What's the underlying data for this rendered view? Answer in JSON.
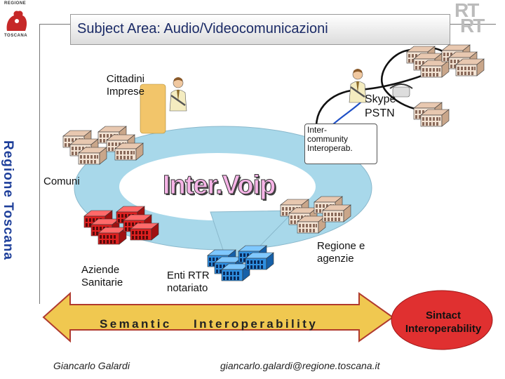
{
  "header": {
    "title": "Subject Area: Audio/Videocomunicazioni",
    "logo_left_top": "REGIONE",
    "logo_left_bottom": "TOSCANA",
    "logo_right_line1": "RT",
    "logo_right_line2": "RT"
  },
  "sidebar": {
    "vertical_title": "Regione Toscana"
  },
  "diagram": {
    "center_label": "Inter.Voip",
    "labels": {
      "cittadini": "Cittadini\nImprese",
      "skype": "Skype\nPSTN",
      "intercommunity": "Inter-\ncommunity\nInteroperab.",
      "comuni": "Comuni",
      "aziende": "Aziende\nSanitarie",
      "enti": "Enti RTR\nnotariato",
      "regione": "Regione e\nagenzie"
    }
  },
  "bottom_arrow": {
    "semantic": "Semantic",
    "interoperability": "Interoperability",
    "sintact": "Sintact\nInteroperability"
  },
  "footer": {
    "author": "Giancarlo Galardi",
    "email": "giancarlo.galardi@regione.toscana.it"
  },
  "colors": {
    "title_text": "#1a2a66",
    "sidebar_text": "#1e3f9a",
    "ellipse": "#a8d8ea",
    "arrow_gold": "#f0c850",
    "arrow_outline": "#b03a2e",
    "sintact_fill": "#e03030",
    "center_label": "#f6b4e7"
  },
  "icons": [
    "building-icon",
    "hospital-icon",
    "person-icon",
    "telephone-icon",
    "regione-toscana-logo",
    "rt-logo"
  ]
}
